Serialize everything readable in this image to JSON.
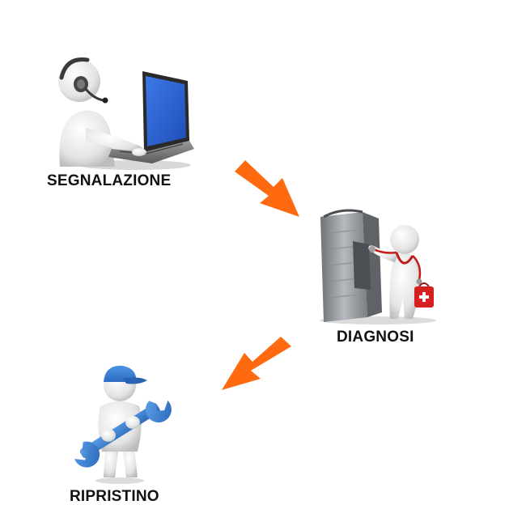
{
  "steps": [
    {
      "label": "SEGNALAZIONE",
      "icon": "support-operator-laptop-icon"
    },
    {
      "label": "DIAGNOSI",
      "icon": "doctor-computer-stethoscope-icon"
    },
    {
      "label": "RIPRISTINO",
      "icon": "technician-wrench-icon"
    }
  ],
  "colors": {
    "arrow": "#FF6A10",
    "label": "#111111",
    "figure": "#E6E6E6",
    "screen": "#2E63D6",
    "cap": "#3A82D8",
    "wrench": "#3A82D8",
    "tower": "#8F9297",
    "medbag": "#D62020"
  }
}
